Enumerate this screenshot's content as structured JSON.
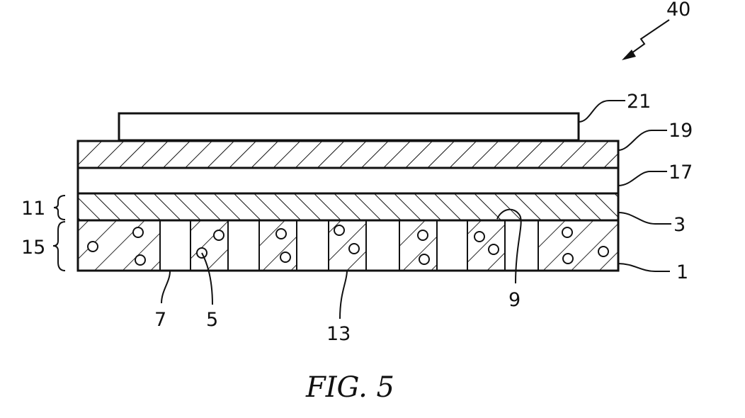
{
  "figure": {
    "caption": "FIG. 5",
    "labels": {
      "device": "40",
      "layer_top": "21",
      "layer_19": "19",
      "layer_17": "17",
      "layer_11": "11",
      "layer_15": "15",
      "layer_3": "3",
      "layer_1": "1",
      "via_9": "9",
      "gap_7": "7",
      "particle_5": "5",
      "block_13": "13"
    }
  }
}
